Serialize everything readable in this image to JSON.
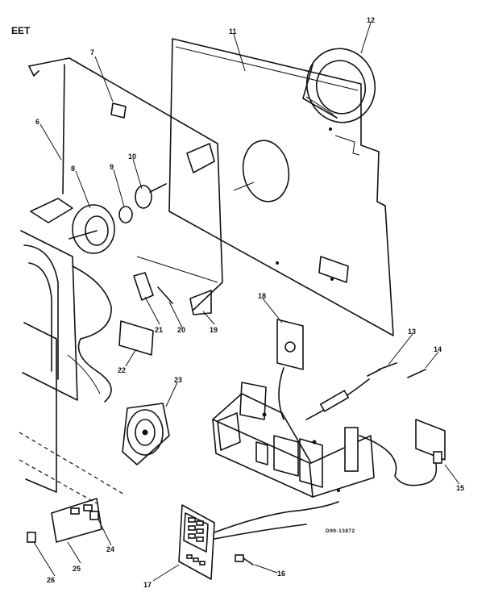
{
  "header": {
    "text": "EET"
  },
  "diagram_code": "D99-13872",
  "callouts": [
    "11",
    "12",
    "7",
    "6",
    "10",
    "8",
    "9",
    "21",
    "20",
    "19",
    "18",
    "13",
    "14",
    "22",
    "23",
    "15",
    "17",
    "16",
    "25",
    "24",
    "26"
  ],
  "colors": {
    "ink": "#111111",
    "paper": "#ffffff"
  }
}
